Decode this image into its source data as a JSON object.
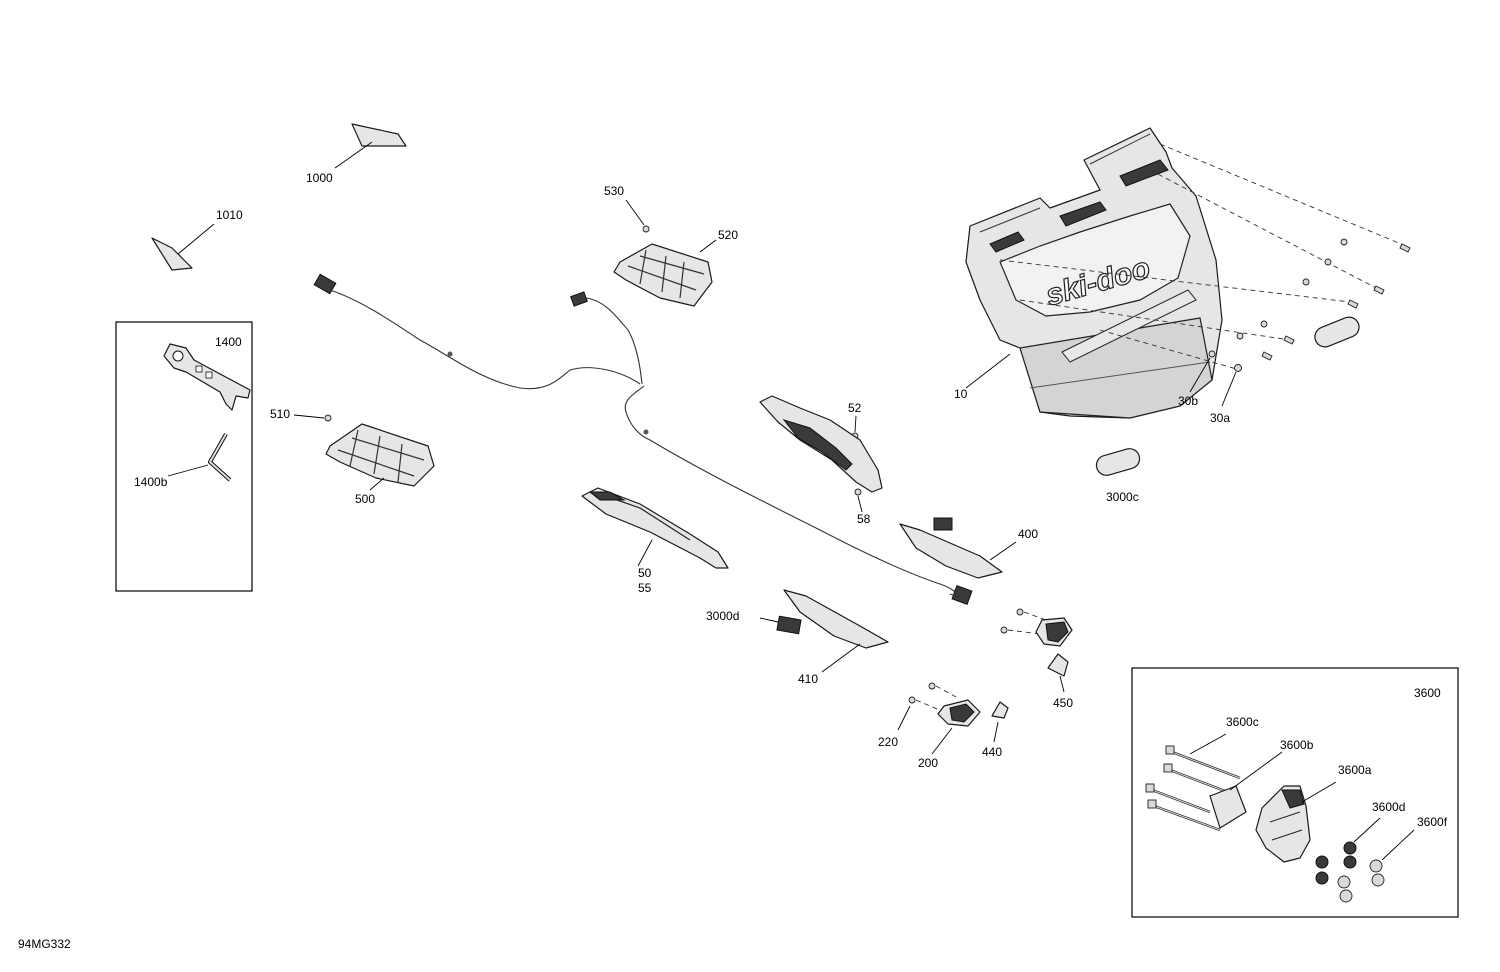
{
  "diagram_id": "94MG332",
  "kit_box_label": "3600",
  "callouts": {
    "c1000": "1000",
    "c1010": "1010",
    "c1400": "1400",
    "c1400b": "1400b",
    "c530": "530",
    "c520": "520",
    "c510": "510",
    "c500": "500",
    "c52": "52",
    "c58": "58",
    "c50": "50",
    "c55": "55",
    "c400": "400",
    "c410": "410",
    "c3000d": "3000d",
    "c3000c": "3000c",
    "c10": "10",
    "c30b": "30b",
    "c30a": "30a",
    "c450": "450",
    "c440": "440",
    "c220": "220",
    "c200": "200",
    "c3600c": "3600c",
    "c3600b": "3600b",
    "c3600a": "3600a",
    "c3600d": "3600d",
    "c3600f": "3600f"
  },
  "brand_text": "ski-doo"
}
